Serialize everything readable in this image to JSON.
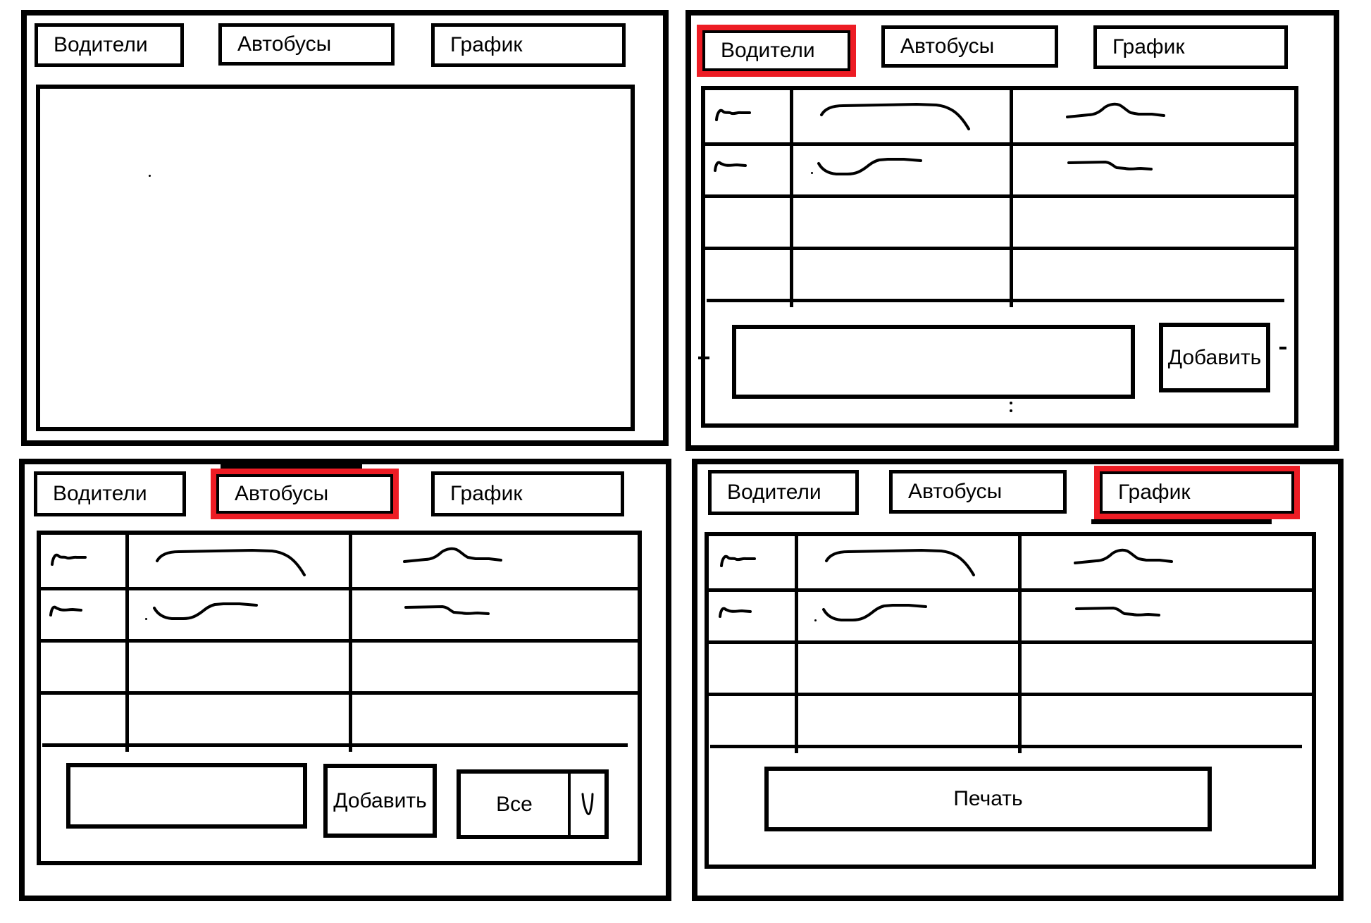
{
  "colors": {
    "ink": "#000000",
    "paper": "#ffffff",
    "highlight": "#ed1c24"
  },
  "tabs": {
    "drivers": "Водители",
    "buses": "Автобусы",
    "schedule": "График"
  },
  "buttons": {
    "add": "Добавить",
    "print": "Печать"
  },
  "dropdown": {
    "value": "Все"
  },
  "table": {
    "rows": 4,
    "columns": 3,
    "rows_with_handwritten_entries": 2
  },
  "panels": [
    {
      "id": "blank",
      "selected_tab": ""
    },
    {
      "id": "drivers",
      "selected_tab": "Водители"
    },
    {
      "id": "buses",
      "selected_tab": "Автобусы"
    },
    {
      "id": "schedule",
      "selected_tab": "График"
    }
  ]
}
